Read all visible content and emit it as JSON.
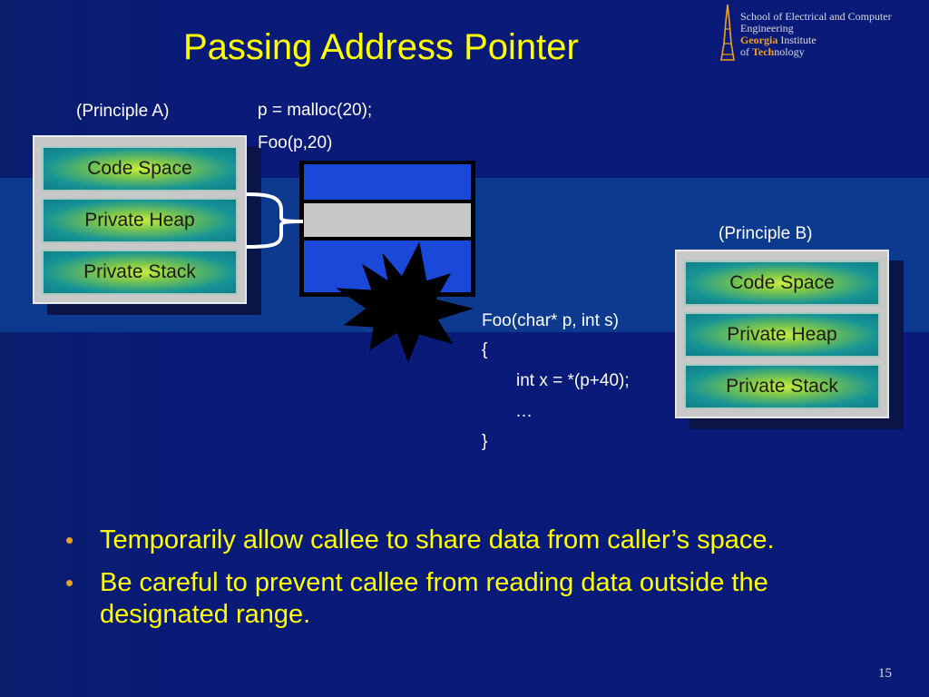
{
  "slide": {
    "title": "Passing Address Pointer",
    "page_number": "15"
  },
  "logo": {
    "line1": "School of Electrical and Computer",
    "line2": "Engineering",
    "line3_bold": "Georgia",
    "line3_rest": " Institute",
    "line4_pre": "of ",
    "line4_bold": "Tech",
    "line4_rest": "nology"
  },
  "principle_a": {
    "label": "(Principle A)",
    "boxes": [
      "Code Space",
      "Private Heap",
      "Private Stack"
    ]
  },
  "principle_b": {
    "label": "(Principle B)",
    "boxes": [
      "Code Space",
      "Private Heap",
      "Private Stack"
    ]
  },
  "caller_code": {
    "line1": "p = malloc(20);",
    "line2": "Foo(p,20)"
  },
  "callee_code": {
    "line1": "Foo(char* p, int s)",
    "line2": "{",
    "line3": "int x = *(p+40);",
    "line4": "…",
    "line5": "}"
  },
  "bullets": [
    "Temporarily allow callee to share data from caller’s space.",
    "Be careful to prevent callee from reading data outside the designated range."
  ],
  "colors": {
    "title": "#ffff00",
    "background": "#0a1a78",
    "band": "#0c3a8e",
    "memory_block": "#1a48d8",
    "shared_block": "#c8c8c8",
    "bullet_marker": "#f0a020"
  }
}
